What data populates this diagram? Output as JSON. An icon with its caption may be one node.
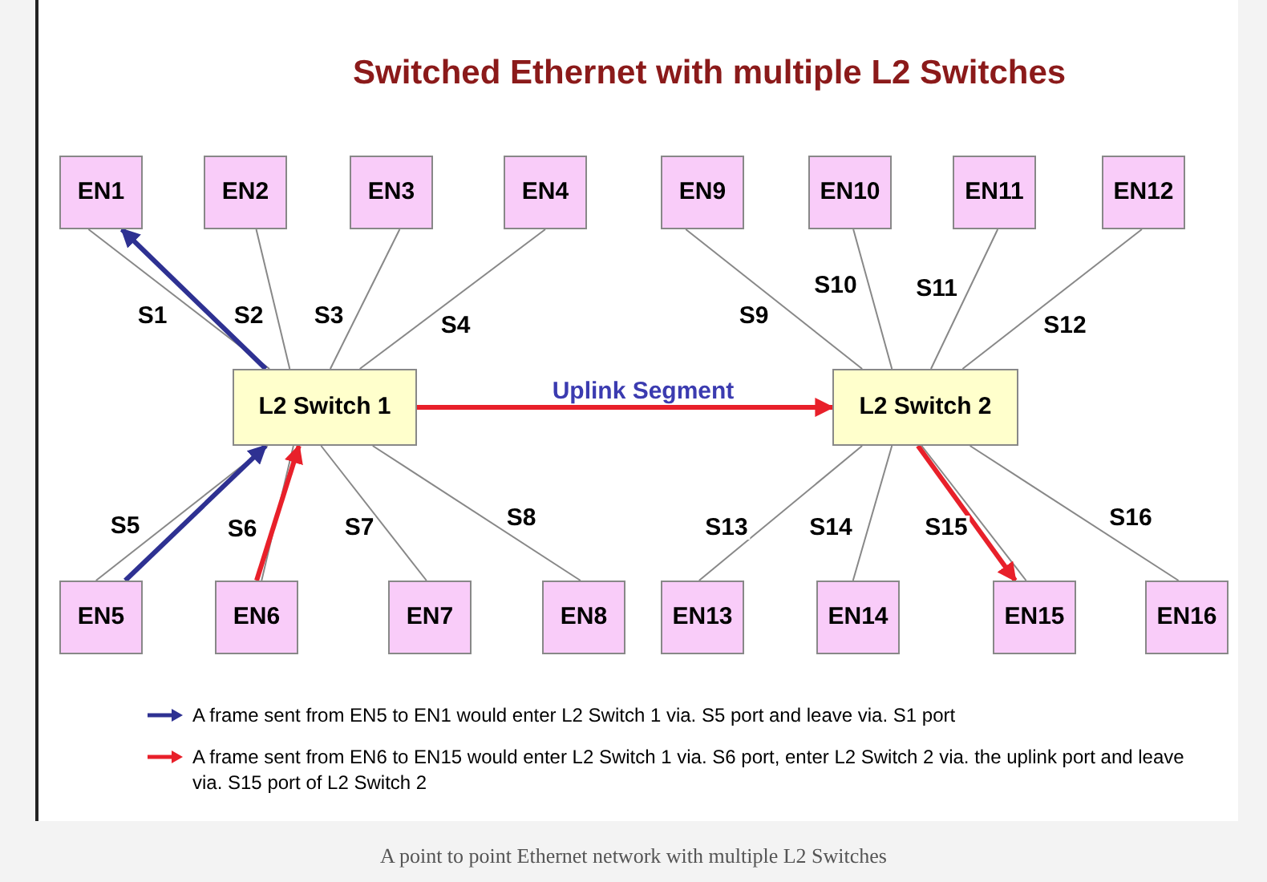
{
  "diagram": {
    "title": "Switched Ethernet with multiple L2 Switches",
    "caption": "A point to point Ethernet network with multiple L2 Switches",
    "nodes": [
      {
        "text": [
          "EN1"
        ]
      },
      {
        "text": [
          "EN2"
        ]
      },
      {
        "text": [
          "EN3"
        ]
      },
      {
        "text": [
          "EN4"
        ]
      },
      {
        "text": [
          "EN9"
        ]
      },
      {
        "text": [
          "EN10"
        ]
      },
      {
        "text": [
          "EN11"
        ]
      },
      {
        "text": [
          "EN12"
        ]
      },
      {
        "text": [
          "L2 Switch 1"
        ]
      },
      {
        "text": [
          "L2 Switch 2"
        ]
      },
      {
        "text": [
          "EN5"
        ]
      },
      {
        "text": [
          "EN6"
        ]
      },
      {
        "text": [
          "EN7"
        ]
      },
      {
        "text": [
          "EN8"
        ]
      },
      {
        "text": [
          "EN13"
        ]
      },
      {
        "text": [
          "EN14"
        ]
      },
      {
        "text": [
          "EN15"
        ]
      },
      {
        "text": [
          "EN16"
        ]
      }
    ],
    "edges": [
      {
        "from": 0,
        "to": 8,
        "arrow": "none",
        "label": "S1"
      },
      {
        "from": 1,
        "to": 8,
        "arrow": "none",
        "label": "S2"
      },
      {
        "from": 2,
        "to": 8,
        "arrow": "none",
        "label": "S3"
      },
      {
        "from": 3,
        "to": 8,
        "arrow": "none",
        "label": "S4"
      },
      {
        "from": 10,
        "to": 8,
        "arrow": "none",
        "label": "S5"
      },
      {
        "from": 11,
        "to": 8,
        "arrow": "none",
        "label": "S6"
      },
      {
        "from": 12,
        "to": 8,
        "arrow": "none",
        "label": "S7"
      },
      {
        "from": 13,
        "to": 8,
        "arrow": "none",
        "label": "S8"
      },
      {
        "from": 4,
        "to": 9,
        "arrow": "none",
        "label": "S9"
      },
      {
        "from": 5,
        "to": 9,
        "arrow": "none",
        "label": "S10"
      },
      {
        "from": 6,
        "to": 9,
        "arrow": "none",
        "label": "S11"
      },
      {
        "from": 7,
        "to": 9,
        "arrow": "none",
        "label": "S12"
      },
      {
        "from": 14,
        "to": 9,
        "arrow": "none",
        "label": "S13"
      },
      {
        "from": 15,
        "to": 9,
        "arrow": "none",
        "label": "S14"
      },
      {
        "from": 16,
        "to": 9,
        "arrow": "none",
        "label": "S15"
      },
      {
        "from": 17,
        "to": 9,
        "arrow": "none",
        "label": "S16"
      },
      {
        "from": 8,
        "to": 9,
        "arrow": "to",
        "label": "Uplink Segment",
        "style": "thick",
        "color": "#e8202a"
      },
      {
        "from": 10,
        "to": 8,
        "arrow": "to",
        "style": "thick",
        "color": "#2e3192"
      },
      {
        "from": 8,
        "to": 0,
        "arrow": "to",
        "style": "thick",
        "color": "#2e3192"
      },
      {
        "from": 11,
        "to": 8,
        "arrow": "to",
        "style": "thick",
        "color": "#e8202a"
      },
      {
        "from": 9,
        "to": 16,
        "arrow": "to",
        "style": "thick",
        "color": "#e8202a"
      }
    ],
    "legend": [
      {
        "text": "A frame sent from EN5 to EN1 would enter L2 Switch 1 via.  S5 port and leave via.  S1 port",
        "color": "#2e3192"
      },
      {
        "text": "A frame sent from EN6 to EN15 would enter L2 Switch 1 via.  S6 port, enter L2 Switch 2 via. the uplink port and leave via.  S15 port of L2 Switch 2",
        "color": "#e8202a"
      }
    ]
  }
}
